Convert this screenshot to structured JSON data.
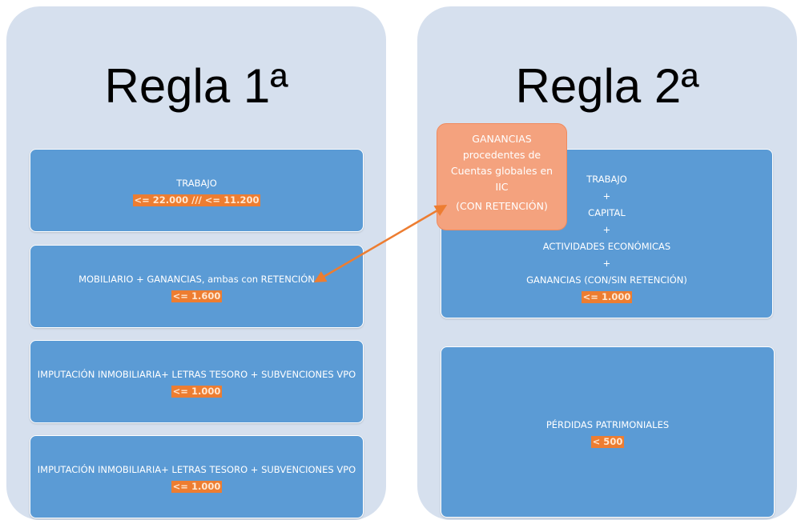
{
  "regla1": {
    "title": "Regla 1ª",
    "boxes": [
      {
        "text": "TRABAJO",
        "value": "<= 22.000 /// <= 11.200"
      },
      {
        "text": "MOBILIARIO + GANANCIAS, ambas con RETENCIÓN",
        "value": "<= 1.600"
      },
      {
        "text": "IMPUTACIÓN INMOBILIARIA+ LETRAS TESORO + SUBVENCIONES VPO",
        "value": "<= 1.000"
      },
      {
        "text": "IMPUTACIÓN INMOBILIARIA+ LETRAS TESORO + SUBVENCIONES VPO",
        "value": "<= 1.000"
      }
    ]
  },
  "regla2": {
    "title": "Regla 2ª",
    "box1": {
      "line1": "TRABAJO",
      "plus1": "+",
      "line2": "CAPITAL",
      "plus2": "+",
      "line3": "ACTIVIDADES ECONÓMICAS",
      "plus3": "+",
      "line4": "GANANCIAS (CON/SIN RETENCIÓN)",
      "value": "<= 1.000"
    },
    "box2": {
      "text": "PÉRDIDAS PATRIMONIALES",
      "value": "< 500"
    }
  },
  "callout": {
    "line1": "GANANCIAS",
    "line2": "procedentes de",
    "line3": "Cuentas globales en",
    "line4": "IIC",
    "line5": "(CON RETENCIÓN)"
  },
  "colors": {
    "panel": "#d6e0ee",
    "box": "#5b9bd5",
    "highlight": "#ed7d31",
    "callout": "#f4a27e",
    "arrow": "#ed7d31"
  }
}
